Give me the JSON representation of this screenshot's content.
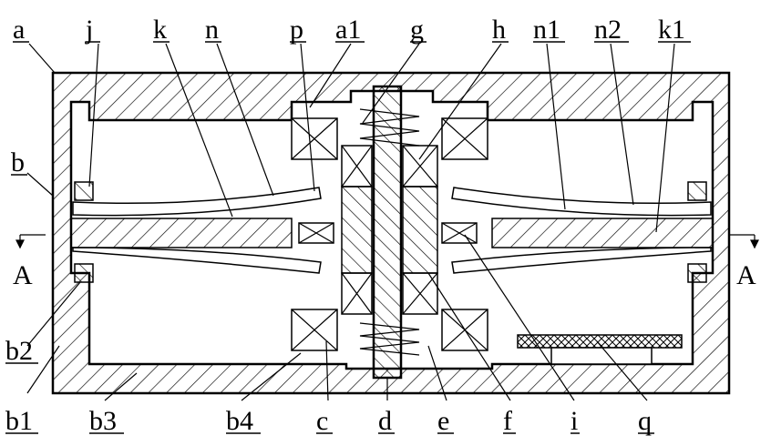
{
  "title": "Cross-section drawing of spring-plate device",
  "labels": {
    "a": "a",
    "j": "j",
    "k": "k",
    "n": "n",
    "p": "p",
    "a1": "a1",
    "g": "g",
    "h": "h",
    "n1": "n1",
    "n2": "n2",
    "k1": "k1",
    "b": "b",
    "A_left": "A",
    "A_right": "A",
    "b2": "b2",
    "b1": "b1",
    "b3": "b3",
    "b4": "b4",
    "c": "c",
    "d": "d",
    "e": "e",
    "f": "f",
    "i": "i",
    "q": "q"
  }
}
